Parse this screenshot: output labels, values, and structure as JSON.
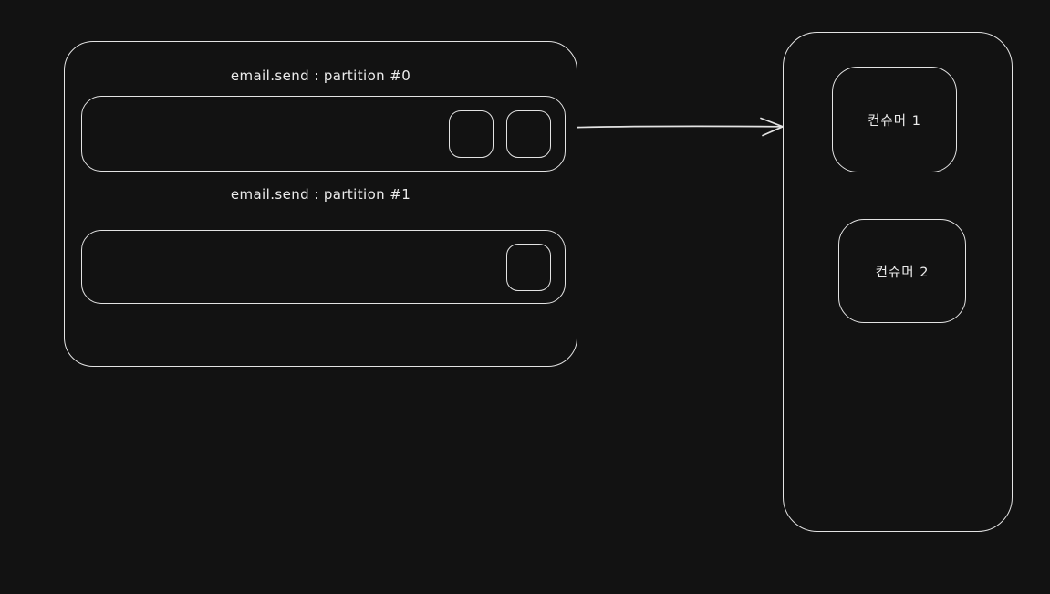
{
  "diagram": {
    "background_color": "#121212",
    "stroke_color": "#e3e3e3",
    "topic": {
      "partitions": [
        {
          "label": "email.send : partition #0",
          "message_count": 2
        },
        {
          "label": "email.send : partition #1",
          "message_count": 1
        }
      ]
    },
    "consumer_group": {
      "consumers": [
        {
          "label": "컨슈머 1"
        },
        {
          "label": "컨슈머 2"
        }
      ]
    }
  }
}
